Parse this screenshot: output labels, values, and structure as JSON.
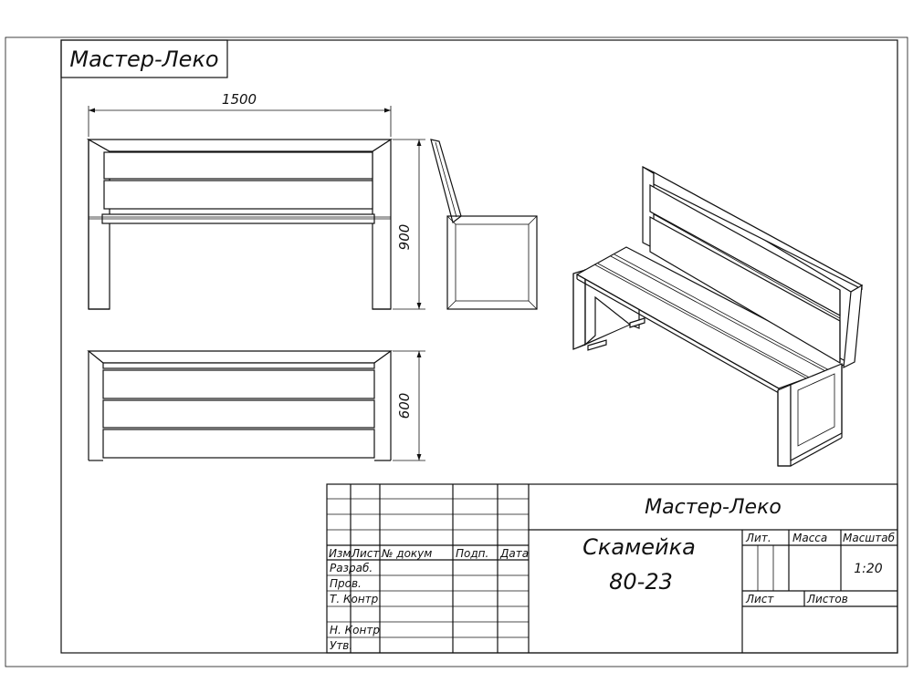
{
  "logo_text": "Мастер-Леко",
  "dimensions": {
    "width": "1500",
    "height": "900",
    "depth": "600"
  },
  "title_block": {
    "company": "Мастер-Леко",
    "product_name": "Скамейка",
    "product_code": "80-23",
    "col_headers": {
      "izm": "Изм",
      "list": "Лист",
      "doc_num": "№ докум",
      "sign": "Подп.",
      "date": "Дата"
    },
    "roles": {
      "developer": "Разраб.",
      "checked": "Пров.",
      "tech_control": "Т. Контр",
      "norm_control": "Н. Контр",
      "approved": "Утв."
    },
    "lit_label": "Лит.",
    "mass_label": "Масса",
    "scale_label": "Масштаб",
    "scale_value": "1:20",
    "sheet_label": "Лист",
    "sheets_label": "Листов"
  }
}
